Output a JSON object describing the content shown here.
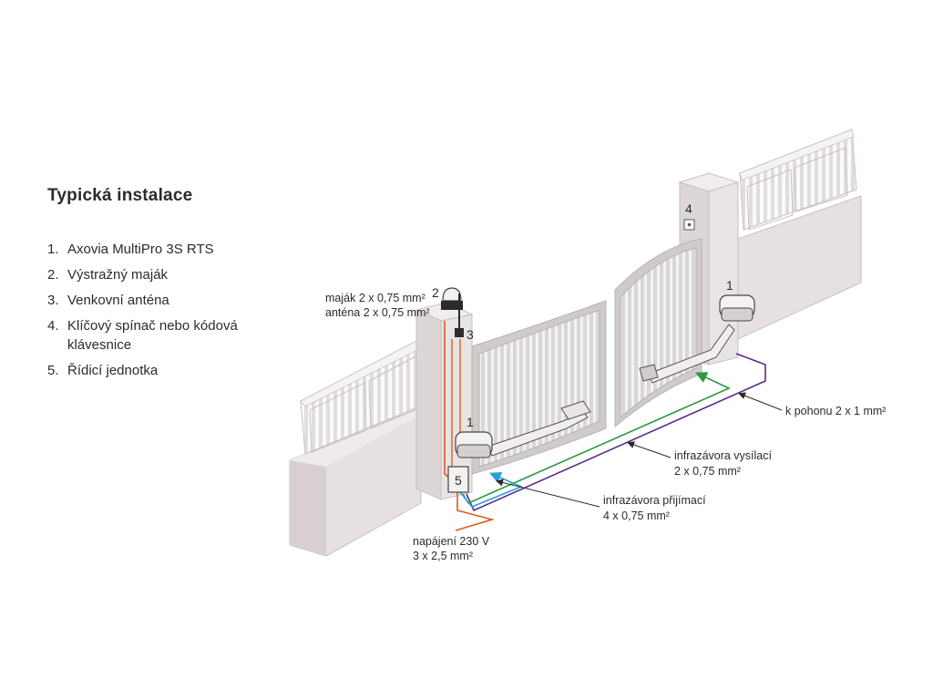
{
  "title": "Typická instalace",
  "legend": [
    {
      "num": "1.",
      "text": "Axovia MultiPro 3S RTS"
    },
    {
      "num": "2.",
      "text": "Výstražný maják"
    },
    {
      "num": "3.",
      "text": "Venkovní anténa"
    },
    {
      "num": "4.",
      "text": "Klíčový spínač nebo kódová klávesnice"
    },
    {
      "num": "5.",
      "text": "Řídicí jednotka"
    }
  ],
  "callouts": {
    "beacon_cable_1": "maják 2 x 0,75 mm²",
    "antenna_cable_2": "anténa 2 x 0,75 mm²",
    "power_1": "napájení 230 V",
    "power_2": "3 x 2,5 mm²",
    "motor_cable": "k pohonu 2 x 1 mm²",
    "ir_tx_1": "infrazávora vysílací",
    "ir_tx_2": "2 x 0,75 mm²",
    "ir_rx_1": "infrazávora přijímací",
    "ir_rx_2": "4 x 0,75 mm²"
  },
  "markers": {
    "motor_left": "1",
    "motor_right": "1",
    "beacon": "2",
    "antenna": "3",
    "keypad": "4",
    "control_unit": "5"
  },
  "colors": {
    "power_cable": "#e05a1e",
    "motor_cable": "#5b2a8c",
    "ir_tx_cable": "#2a9a3c",
    "ir_rx_cable": "#2aa0d8",
    "pillar": "#e6e0e0",
    "gate_leaf": "#d5d2d2",
    "text": "#2b2b2b"
  }
}
